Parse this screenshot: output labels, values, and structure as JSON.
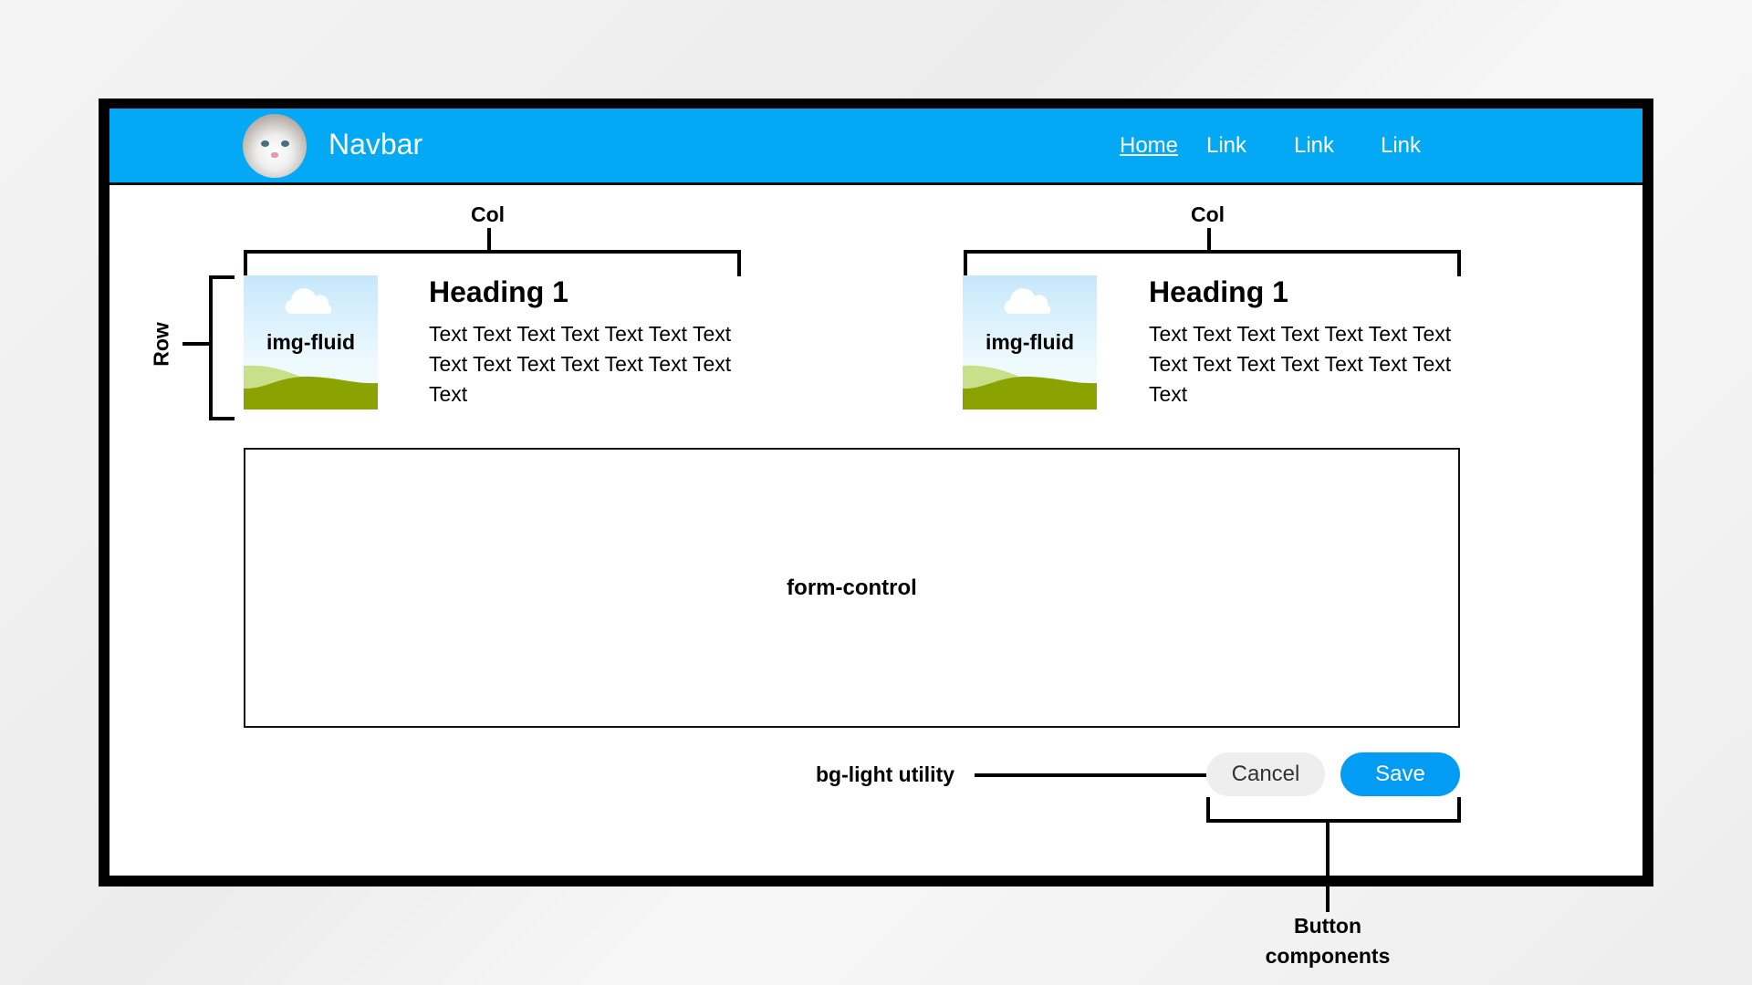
{
  "navbar": {
    "brand": "Navbar",
    "links": [
      "Home",
      "Link",
      "Link",
      "Link"
    ]
  },
  "annotations": {
    "col": "Col",
    "row": "Row",
    "bg_light": "bg-light utility",
    "button_components_1": "Button",
    "button_components_2": "components"
  },
  "columns": [
    {
      "image_label": "img-fluid",
      "heading": "Heading 1",
      "text": "Text Text Text Text Text Text Text Text Text Text Text Text Text Text Text"
    },
    {
      "image_label": "img-fluid",
      "heading": "Heading 1",
      "text": "Text Text Text Text Text Text Text Text Text Text Text Text Text Text Text"
    }
  ],
  "form": {
    "label": "form-control"
  },
  "buttons": {
    "cancel": "Cancel",
    "save": "Save"
  },
  "colors": {
    "navbar": "#03a9f4",
    "save": "#039cf5",
    "cancel": "#eeeeee"
  }
}
